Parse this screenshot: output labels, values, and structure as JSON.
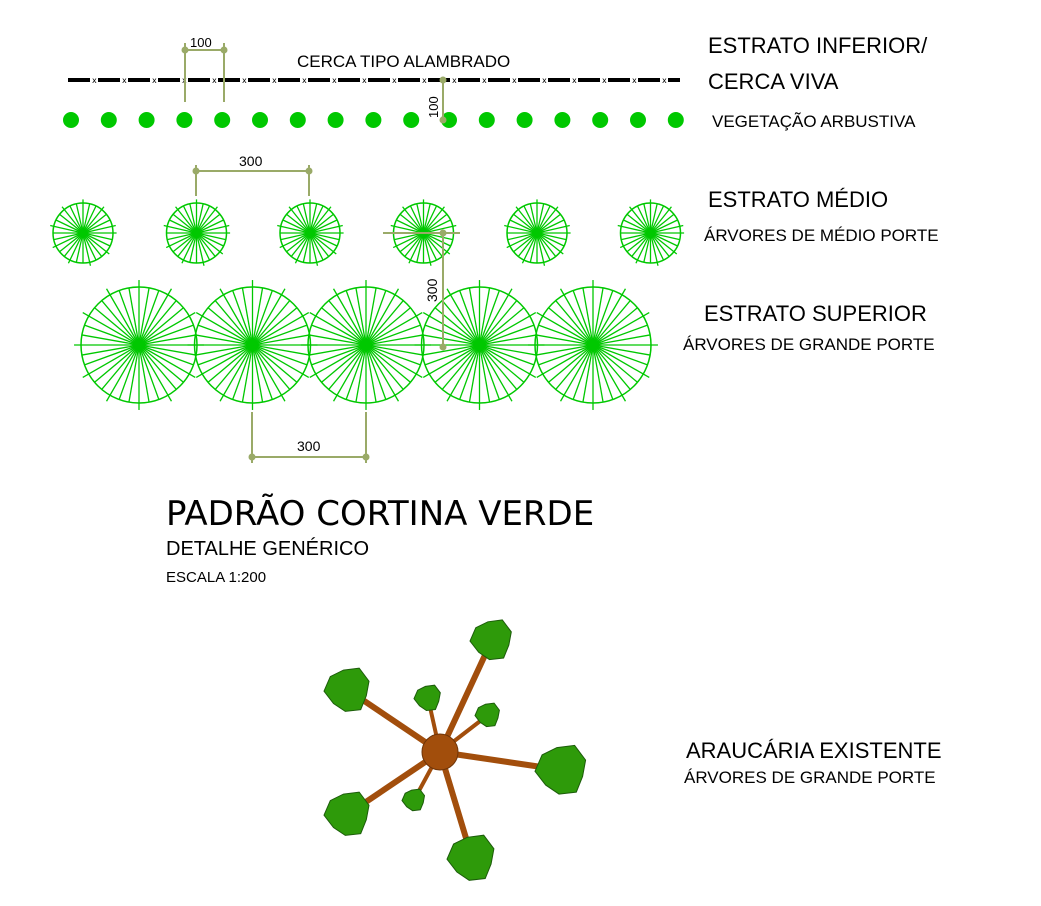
{
  "title": "PADRÃO CORTINA VERDE",
  "subtitle": "DETALHE GENÉRICO",
  "scale": "ESCALA 1:200",
  "layers": {
    "inferior": {
      "title_line1": "ESTRATO INFERIOR/",
      "title_line2": "CERCA VIVA",
      "fence_label": "CERCA TIPO ALAMBRADO",
      "shrub_label": "VEGETAÇÃO ARBUSTIVA",
      "dim_horizontal": "100",
      "dim_vertical": "100"
    },
    "medio": {
      "title": "ESTRATO MÉDIO",
      "subtitle": "ÁRVORES DE MÉDIO PORTE",
      "dim_horizontal": "300",
      "dim_vertical": "300"
    },
    "superior": {
      "title": "ESTRATO SUPERIOR",
      "subtitle": "ÁRVORES DE GRANDE PORTE",
      "dim_horizontal": "300"
    },
    "araucaria": {
      "title": "ARAUCÁRIA EXISTENTE",
      "subtitle": "ÁRVORES DE GRANDE PORTE"
    }
  },
  "colors": {
    "tree_green": "#00c800",
    "dimension": "#9aaa68",
    "foliage": "#2e9a0a",
    "foliage_stroke": "#1c5c0a",
    "trunk": "#a24e0c",
    "fence": "#000000"
  }
}
